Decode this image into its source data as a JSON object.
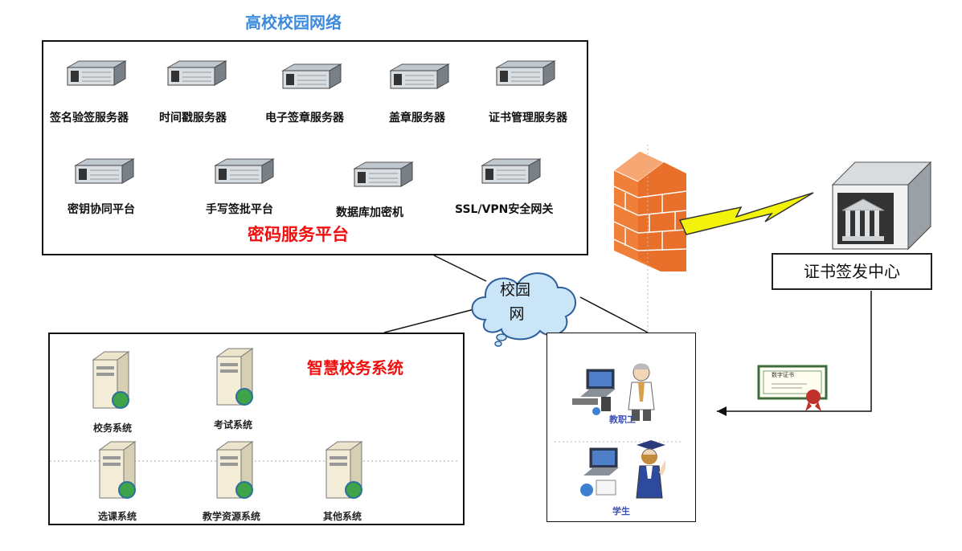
{
  "campus_title": "高校校园网络",
  "crypto_platform": {
    "title": "密码服务平台",
    "servers_row1": [
      "签名验签服务器",
      "时间戳服务器",
      "电子签章服务器",
      "盖章服务器",
      "证书管理服务器"
    ],
    "servers_row2": [
      "密钥协同平台",
      "手写签批平台",
      "数据库加密机",
      "SSL/VPN安全网关"
    ]
  },
  "smart_system": {
    "title": "智慧校务系统",
    "row1": [
      "校务系统",
      "考试系统"
    ],
    "row2": [
      "选课系统",
      "教学资源系统",
      "其他系统"
    ]
  },
  "cloud": {
    "line1": "校园",
    "line2": "网"
  },
  "cert_center": "证书签发中心",
  "users": {
    "staff": "教职工",
    "student": "学生"
  },
  "certificate_text": "数字证书",
  "colors": {
    "blue_title": "#3d8bdc",
    "red_title": "#f01010",
    "firewall": "#f07f3a",
    "lightning": "#f2f20a",
    "cloud": "#c9e5f7"
  }
}
